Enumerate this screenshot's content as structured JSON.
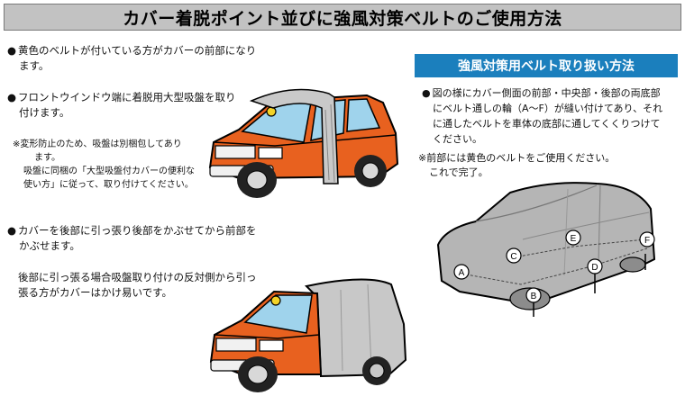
{
  "title": "カバー着脱ポイント並びに強風対策ベルトのご使用方法",
  "left": {
    "bullet_symbol": "●",
    "item1_line1": "黄色のベルトが付いている方がカバーの前部になり",
    "item1_line2": "ます。",
    "item2_line1": "フロントウインドウ端に着脱用大型吸盤を取り",
    "item2_line2": "付けます。",
    "note_line1": "※変形防止のため、吸盤は別梱包してあり",
    "note_line2": "ます。",
    "note_line3": "吸盤に同梱の「大型吸盤付カバーの便利な",
    "note_line4": "使い方」に従って、取り付けてください。",
    "item3_line1": "カバーを後部に引っ張り後部をかぶせてから前部を",
    "item3_line2": "かぶせます。",
    "item4_line1": "後部に引っ張る場合吸盤取り付けの反対側から引っ",
    "item4_line2": "張る方がカバーはかけ易いです。"
  },
  "right": {
    "header": "強風対策用ベルト取り扱い方法",
    "item_line1": "図の様にカバー側面の前部・中央部・後部の両底部",
    "item_line2": "にベルト通しの輪（A〜F）が縫い付けてあり、それ",
    "item_line3": "に通したベルトを車体の底部に通してくくりつけて",
    "item_line4": "ください。",
    "note_line1": "※前部には黄色のベルトをご使用ください。",
    "note_line2": "これで完了。",
    "labels": {
      "a": "A",
      "b": "B",
      "c": "C",
      "d": "D",
      "e": "E",
      "f": "F"
    }
  },
  "colors": {
    "header_blue": "#1b7fbd",
    "car_orange": "#e8611f",
    "cover_gray": "#b5b5b5",
    "title_gray": "#c2c2c2"
  }
}
